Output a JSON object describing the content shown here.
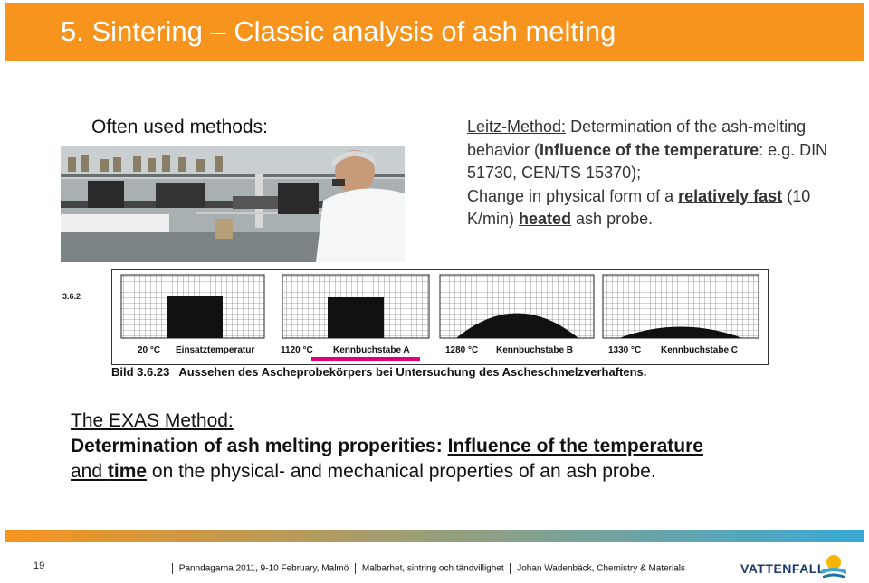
{
  "title": "5. Sintering – Classic analysis of ash melting",
  "often_used": "Often used methods:",
  "leitz": {
    "heading": "Leitz-Method:",
    "t1": " Determination of the ash-melting behavior (",
    "b1": "Influence of the temperature",
    "t2": ": e.g. DIN 51730, CEN/TS 15370);",
    "t3": "Change in physical form of a ",
    "u1": "relatively fast",
    "t4": " (10 K/min) ",
    "u2": "heated",
    "t5": " ash probe."
  },
  "figure": {
    "left_label": "3.6.2",
    "panels": [
      {
        "temp": "20 °C",
        "label": "Einsatztemperatur"
      },
      {
        "temp": "1120 °C",
        "label": "Kennbuchstabe A"
      },
      {
        "temp": "1280 °C",
        "label": "Kennbuchstabe B"
      },
      {
        "temp": "1330 °C",
        "label": "Kennbuchstabe C"
      }
    ],
    "caption_num": "Bild 3.6.23",
    "caption_text": "Aussehen des Ascheprobekörpers bei Untersuchung des Ascheschmelzverhaftens."
  },
  "exas": {
    "heading": "The EXAS Method:",
    "b1": "Determination of ash melting properities: ",
    "bu1": "Influence of the temperature",
    "t1": "and ",
    "bu2": "time",
    "t2": " on the physical- and mechanical properties of an ash probe."
  },
  "footer": {
    "page": "19",
    "event": "Panndagarna 2011, 9-10 February, Malmö",
    "topic": "Malbarhet, sintring och tändvillighet",
    "author": "Johan Wadenbäck, Chemistry & Materials",
    "logo": "VATTENFALL"
  },
  "colors": {
    "title_bar": "#f7941d",
    "footer_start": "#f7941d",
    "footer_end": "#3aa9d6",
    "logo_text": "#1b3a6b"
  }
}
